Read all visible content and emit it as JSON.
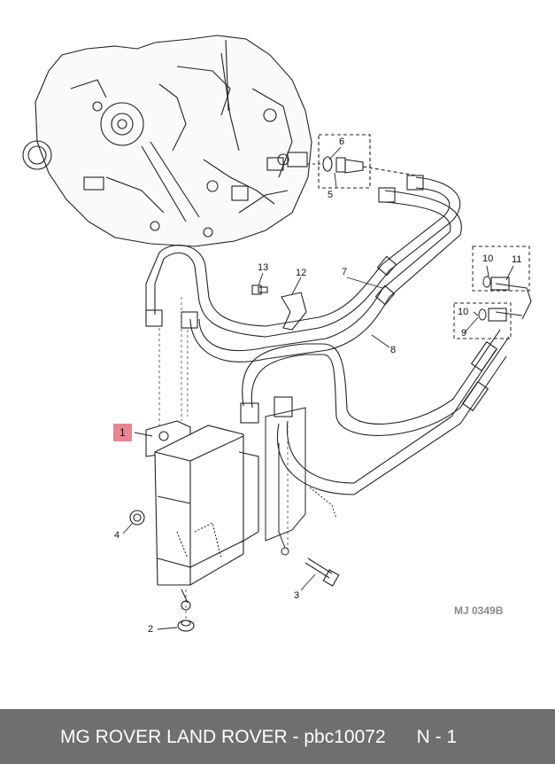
{
  "diagram": {
    "ref_code": "MJ 0349B",
    "highlight_color": "#e8858f",
    "callouts": [
      {
        "id": "c1",
        "label": "1",
        "highlighted": true
      },
      {
        "id": "c2",
        "label": "2"
      },
      {
        "id": "c3",
        "label": "3"
      },
      {
        "id": "c4",
        "label": "4"
      },
      {
        "id": "c5",
        "label": "5"
      },
      {
        "id": "c6",
        "label": "6"
      },
      {
        "id": "c7",
        "label": "7"
      },
      {
        "id": "c8",
        "label": "8"
      },
      {
        "id": "c9",
        "label": "9"
      },
      {
        "id": "c10a",
        "label": "10"
      },
      {
        "id": "c10b",
        "label": "10"
      },
      {
        "id": "c11",
        "label": "11"
      },
      {
        "id": "c12",
        "label": "12"
      },
      {
        "id": "c13",
        "label": "13"
      }
    ]
  },
  "footer": {
    "text": "MG ROVER LAND ROVER - pbc10072      N - 1",
    "background": "#6f6f6f"
  }
}
